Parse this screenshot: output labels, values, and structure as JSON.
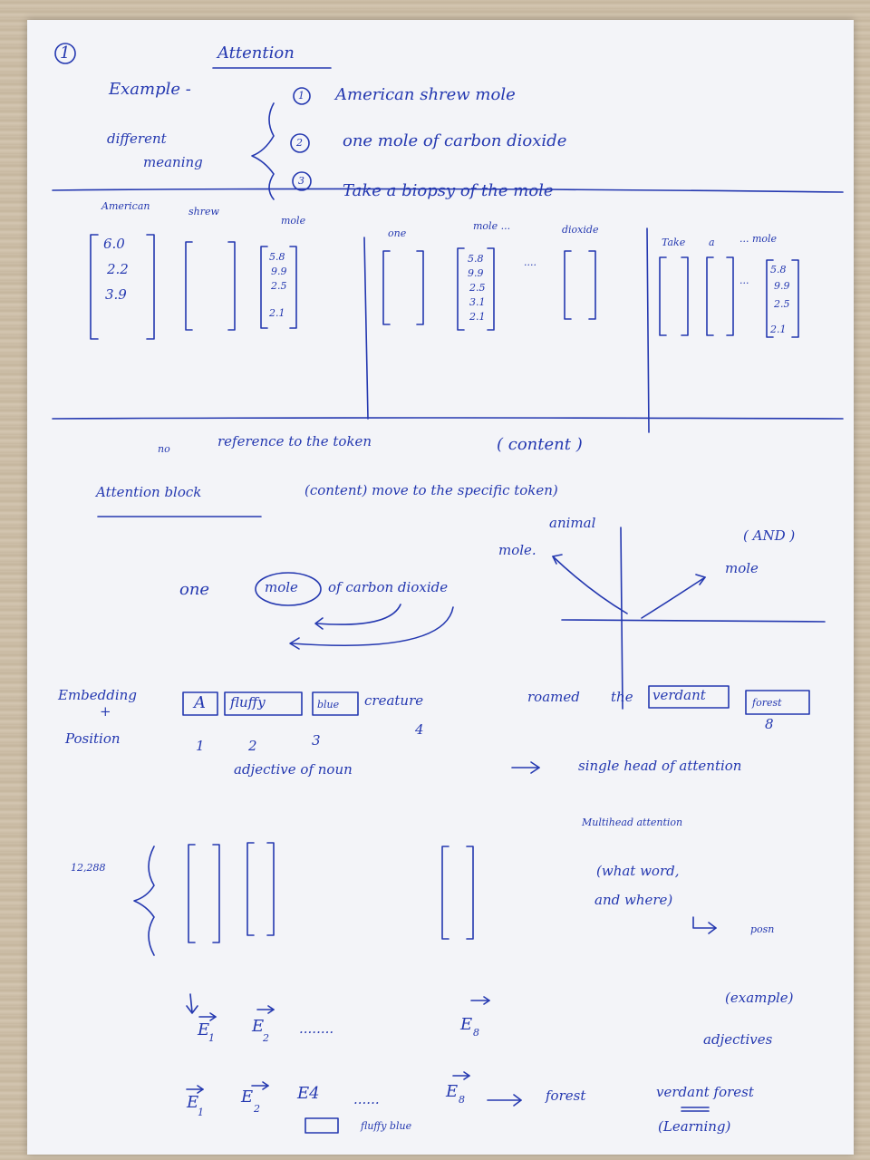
{
  "page_number": "1",
  "title": "Attention",
  "example_label": "Example -",
  "different_meaning": [
    "different",
    "meaning"
  ],
  "examples": [
    {
      "num": "1",
      "text": "American shrew mole"
    },
    {
      "num": "2",
      "text": "one mole of carbon dioxide"
    },
    {
      "num": "3",
      "text": "Take a biopsy of the mole"
    }
  ],
  "section1": {
    "words": [
      "American",
      "shrew",
      "mole"
    ],
    "vec_american": [
      "6.0",
      "2.2",
      "3.9"
    ],
    "vec_mole": [
      "5.8",
      "9.9",
      "2.5",
      "2.1"
    ]
  },
  "section2": {
    "words": [
      "one",
      "mole ...",
      "dioxide"
    ],
    "vec_mole": [
      "5.8",
      "9.9",
      "2.5",
      "3.1",
      "2.1"
    ],
    "dots": "...."
  },
  "section3": {
    "words": [
      "Take",
      "a",
      "... mole"
    ],
    "vec_mole": [
      "5.8",
      "9.9",
      "2.5",
      "2.1"
    ],
    "dots": "..."
  },
  "no_reference": {
    "prefix": "no",
    "text": "reference to the token",
    "paren": "( content )"
  },
  "attention_block": {
    "label": "Attention block",
    "text": "(content) move to the specific token)"
  },
  "graph": {
    "animal": "animal",
    "mole_left": "mole.",
    "and": "( AND )",
    "mole_right": "mole"
  },
  "sentence2": {
    "one": "one",
    "mole": "mole",
    "rest": "of carbon dioxide"
  },
  "embedding": {
    "label1": "Embedding",
    "plus": "+",
    "label2": "Position",
    "tokens": [
      "A",
      "fluffy",
      "blue",
      "creature",
      "roamed",
      "the",
      "verdant",
      "forest"
    ],
    "positions": [
      "1",
      "2",
      "3",
      "4",
      "8"
    ],
    "adj_note": "adjective of noun",
    "single_head": "single head of attention",
    "multi_head": "Multihead attention",
    "what_word": [
      "(what word,",
      "and where)"
    ],
    "posn": "posn"
  },
  "dims": "12,288",
  "e_vectors": {
    "e1": "E",
    "e1sub": "1",
    "e2": "E",
    "e2sub": "2",
    "dots": "........",
    "e8": "E",
    "e8sub": "8"
  },
  "e_prime": {
    "e1": "E",
    "e1sub": "1",
    "e2": "E",
    "e2sub": "2",
    "e4": "E4",
    "dots": "......",
    "e8": "E",
    "e8sub": "8",
    "forest": "forest",
    "fluffy_blue": "fluffy blue"
  },
  "right_notes": {
    "example": "(example)",
    "adjectives": "adjectives",
    "verdant_forest": "verdant forest",
    "learning": "(Learning)"
  }
}
